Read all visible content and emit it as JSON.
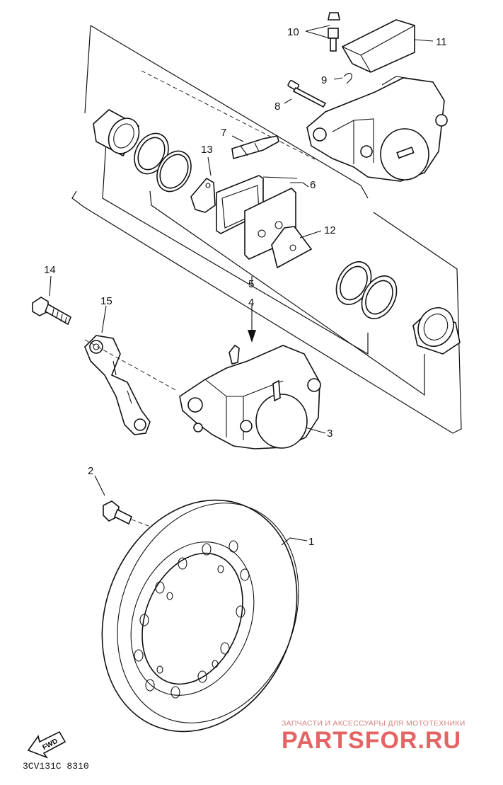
{
  "callouts": {
    "c1": "1",
    "c2": "2",
    "c3": "3",
    "c4": "4",
    "c5": "5",
    "c6": "6",
    "c7": "7",
    "c8": "8",
    "c9": "9",
    "c10": "10",
    "c11": "11",
    "c12": "12",
    "c13": "13",
    "c14": "14",
    "c15": "15"
  },
  "direction_label": "FWD",
  "reference_code": "3CV131C 8310",
  "watermark": {
    "caption": "ЗАПЧАСТИ И АКСЕССУАРЫ ДЛЯ МОТОТЕХНИКИ",
    "logo": "PARTSFOR.RU"
  }
}
